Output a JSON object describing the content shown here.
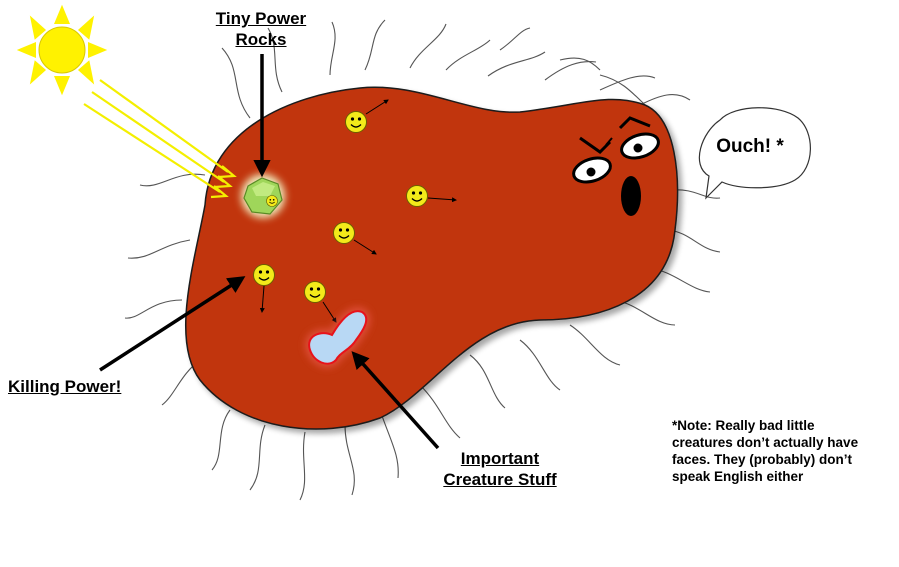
{
  "labels": {
    "tiny_power_rocks": [
      "Tiny Power",
      "Rocks"
    ],
    "killing_power": "Killing Power!",
    "important_stuff": [
      "Important",
      "Creature Stuff"
    ]
  },
  "speech": {
    "text": "Ouch! *"
  },
  "note": {
    "lines": [
      "*Note: Really bad little",
      "creatures don’t actually have",
      "faces.  They (probably) don’t",
      "speak English either"
    ]
  },
  "icons": [
    "sun-icon",
    "power-rock-icon",
    "smiley-icon",
    "creature-face"
  ],
  "colors": {
    "body": "#c1340e",
    "sun": "#fff200",
    "rock": "#9fd65a",
    "nucleus": "#b8d8f4",
    "nucleus_border": "#e8121a",
    "smiley": "#f3ea1a"
  }
}
